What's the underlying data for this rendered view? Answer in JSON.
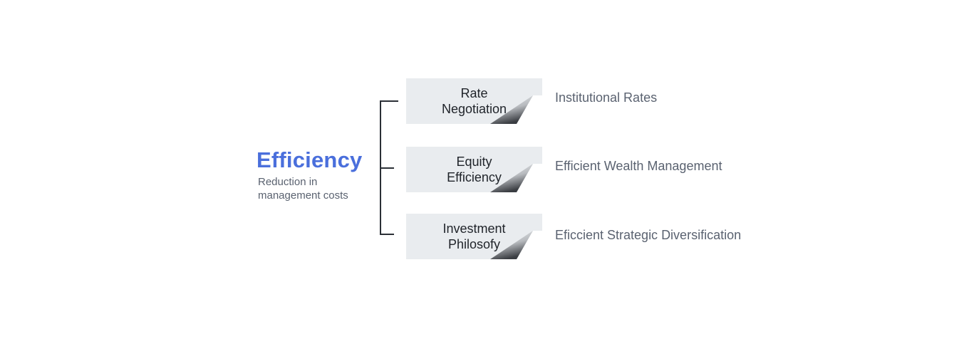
{
  "root": {
    "title": "Efficiency",
    "subtitle": "Reduction in management costs"
  },
  "branches": [
    {
      "label": "Rate Negotiation",
      "description": "Institutional Rates"
    },
    {
      "label": "Equity Efficiency",
      "description": "Efficient Wealth Management"
    },
    {
      "label": "Investment Philosofy",
      "description": "Eficcient Strategic Diversification"
    }
  ],
  "colors": {
    "accent": "#4a6fdc",
    "box_fill": "#e9ecef",
    "text_dark": "#1f2329",
    "text_muted": "#5a6270",
    "connector": "#2b2f36"
  }
}
